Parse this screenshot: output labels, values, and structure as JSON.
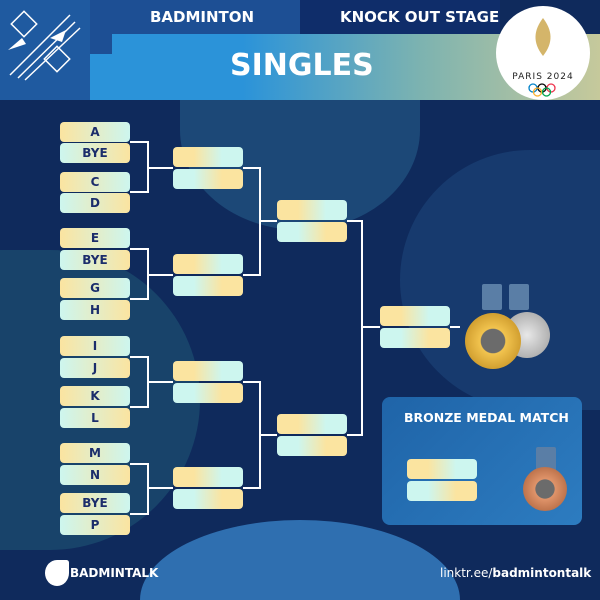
{
  "header": {
    "sport": "BADMINTON",
    "stage": "KNOCK OUT STAGE",
    "title": "SINGLES",
    "logo_text": "PARIS 2024"
  },
  "round1": [
    "A",
    "BYE",
    "C",
    "D",
    "E",
    "BYE",
    "G",
    "H",
    "I",
    "J",
    "K",
    "L",
    "M",
    "N",
    "BYE",
    "P"
  ],
  "bronze": {
    "title": "BRONZE MEDAL MATCH"
  },
  "footer": {
    "brand": "BADMINTALK",
    "link_prefix": "linktr.ee/",
    "link_handle": "badmintontalk"
  },
  "colors": {
    "navy": "#0f2a5c",
    "accent": "#2a8fd8",
    "gold": "#d9a63a",
    "slot_yellow": "#fbe4a0",
    "slot_mint": "#cdf6ef"
  }
}
